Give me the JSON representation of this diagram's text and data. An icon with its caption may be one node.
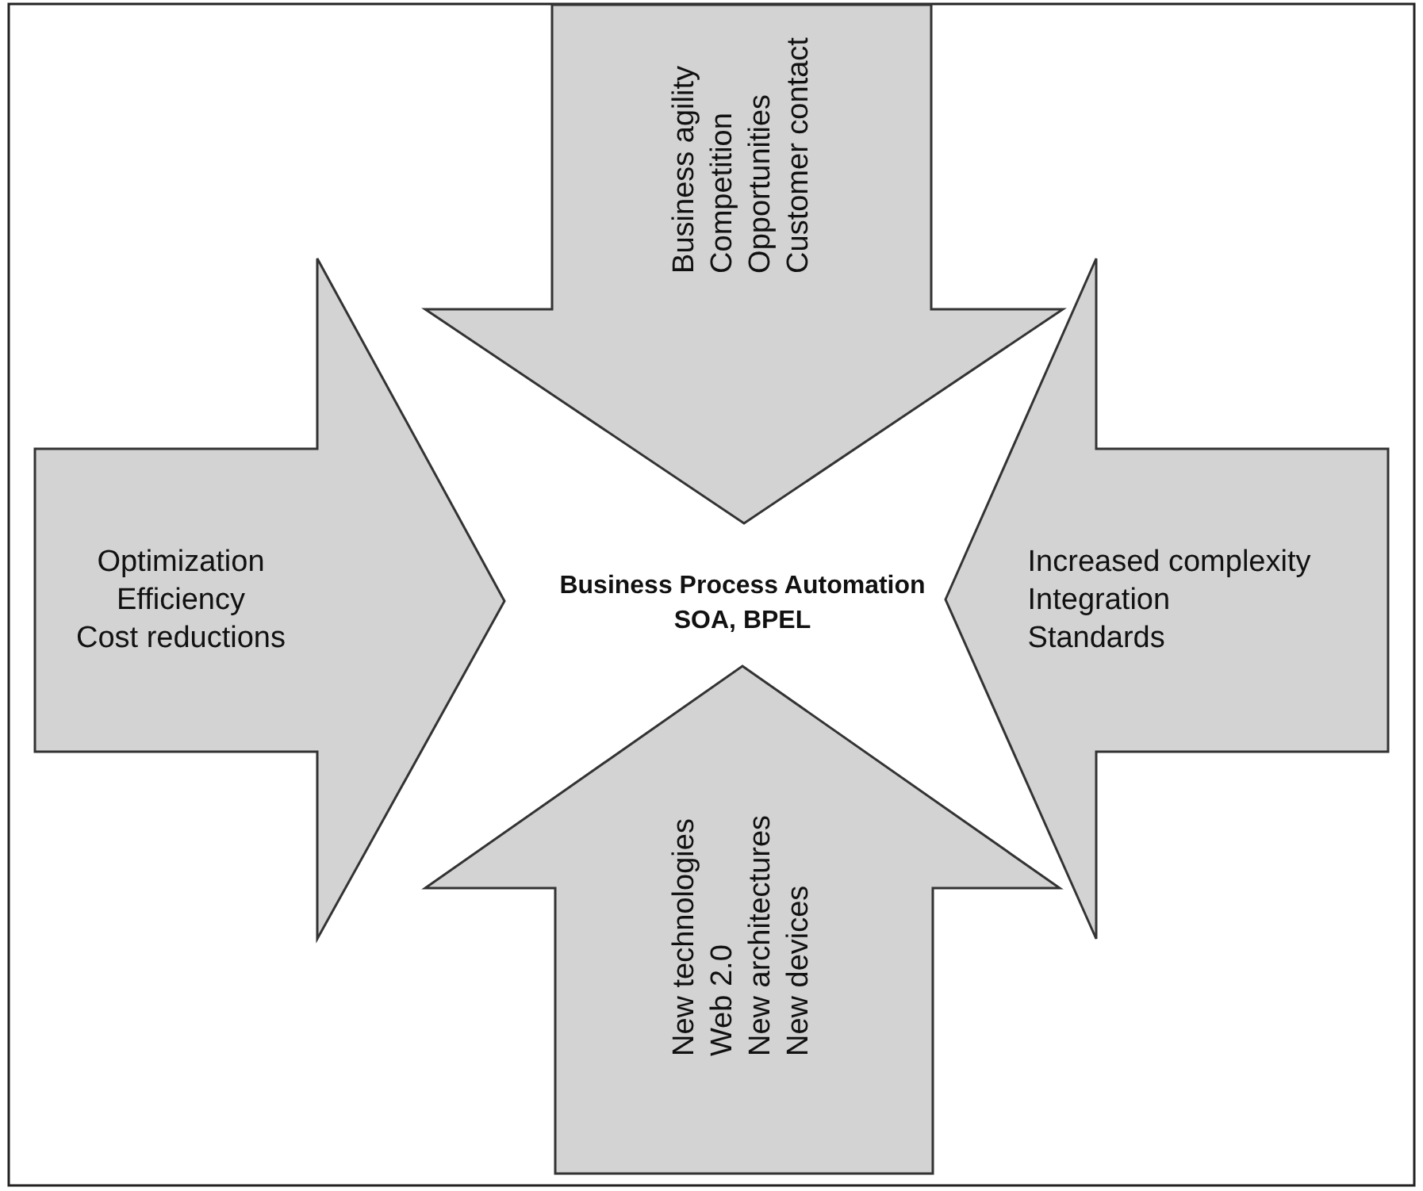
{
  "diagram": {
    "nodes": [
      {
        "text": [
          "Business agility",
          "Competition",
          "Opportunities",
          "Customer contact"
        ]
      },
      {
        "text": [
          "Optimization",
          "Efficiency",
          "Cost reductions"
        ]
      },
      {
        "text": [
          "Business Process Automation",
          "SOA, BPEL"
        ]
      },
      {
        "text": [
          "Increased complexity",
          "Integration",
          "Standards"
        ]
      },
      {
        "text": [
          "New technologies",
          "Web 2.0",
          "New architectures",
          "New devices"
        ]
      }
    ]
  }
}
